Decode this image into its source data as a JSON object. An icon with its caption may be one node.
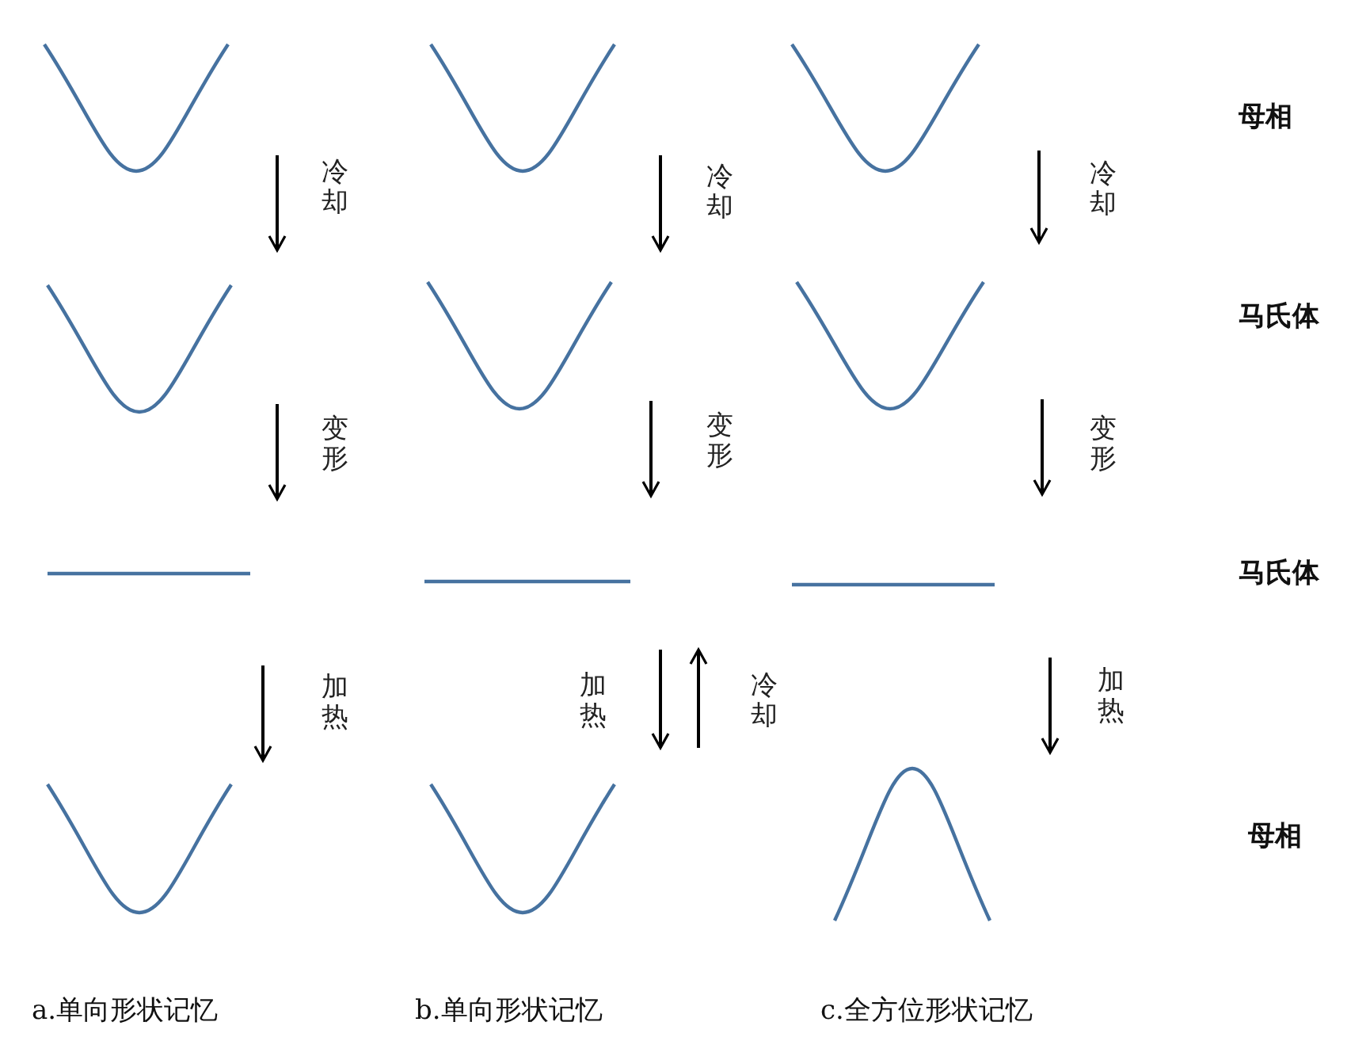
{
  "diagram": {
    "nodes": [
      {
        "text": [],
        "shape": "curve"
      },
      {
        "text": [],
        "shape": "curve"
      },
      {
        "text": [],
        "shape": "line"
      },
      {
        "text": [],
        "shape": "curve"
      },
      {
        "text": [],
        "shape": "curve"
      },
      {
        "text": [],
        "shape": "curve"
      },
      {
        "text": [],
        "shape": "line"
      },
      {
        "text": [],
        "shape": "curve"
      },
      {
        "text": [],
        "shape": "curve"
      },
      {
        "text": [],
        "shape": "curve"
      },
      {
        "text": [],
        "shape": "line"
      },
      {
        "text": [],
        "shape": "arch"
      }
    ],
    "edges": [
      {
        "from": 0,
        "to": 1,
        "arrow": "to",
        "label": "冷却"
      },
      {
        "from": 1,
        "to": 2,
        "arrow": "to",
        "label": "变形"
      },
      {
        "from": 2,
        "to": 3,
        "arrow": "to",
        "label": "加热"
      },
      {
        "from": 4,
        "to": 5,
        "arrow": "to",
        "label": "冷却"
      },
      {
        "from": 5,
        "to": 6,
        "arrow": "to",
        "label": "变形"
      },
      {
        "from": 6,
        "to": 7,
        "arrow": "to",
        "label": "加热"
      },
      {
        "from": 7,
        "to": 6,
        "arrow": "to",
        "label": "冷却"
      },
      {
        "from": 8,
        "to": 9,
        "arrow": "to",
        "label": "冷却"
      },
      {
        "from": 9,
        "to": 10,
        "arrow": "to",
        "label": "变形"
      },
      {
        "from": 10,
        "to": 11,
        "arrow": "to",
        "label": "加热"
      }
    ],
    "labels": [
      "母相",
      "马氏体",
      "马氏体",
      "母相",
      "a.单向形状记忆",
      "b.单向形状记忆",
      "c.全方位形状记忆"
    ]
  }
}
